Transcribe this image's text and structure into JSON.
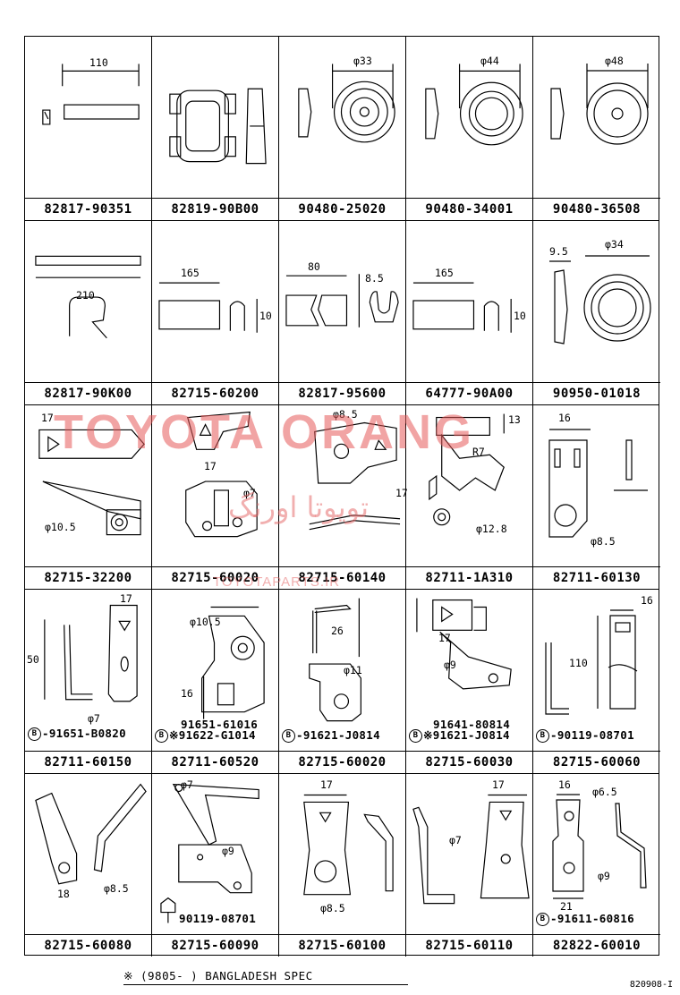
{
  "rows": [
    {
      "parts": [
        {
          "pn": "82817-90351",
          "dims": [
            "110"
          ],
          "subs": []
        },
        {
          "pn": "82819-90B00",
          "dims": [],
          "subs": []
        },
        {
          "pn": "90480-25020",
          "dims": [
            "φ33"
          ],
          "subs": []
        },
        {
          "pn": "90480-34001",
          "dims": [
            "φ44"
          ],
          "subs": []
        },
        {
          "pn": "90480-36508",
          "dims": [
            "φ48"
          ],
          "subs": []
        }
      ]
    },
    {
      "parts": [
        {
          "pn": "82817-90K00",
          "dims": [
            "210"
          ],
          "subs": []
        },
        {
          "pn": "82715-60200",
          "dims": [
            "165",
            "10"
          ],
          "subs": []
        },
        {
          "pn": "82817-95600",
          "dims": [
            "80",
            "8.5"
          ],
          "subs": []
        },
        {
          "pn": "64777-90A00",
          "dims": [
            "165",
            "10"
          ],
          "subs": []
        },
        {
          "pn": "90950-01018",
          "dims": [
            "9.5",
            "φ34"
          ],
          "subs": []
        }
      ]
    },
    {
      "parts": [
        {
          "pn": "82715-32200",
          "dims": [
            "17",
            "φ10.5"
          ],
          "subs": []
        },
        {
          "pn": "82715-60020",
          "dims": [
            "17",
            "φ7"
          ],
          "subs": []
        },
        {
          "pn": "82715-60140",
          "dims": [
            "φ8.5",
            "17"
          ],
          "subs": []
        },
        {
          "pn": "82711-1A310",
          "dims": [
            "13",
            "R7",
            "φ12.8"
          ],
          "subs": []
        },
        {
          "pn": "82711-60130",
          "dims": [
            "16",
            "φ8.5"
          ],
          "subs": []
        }
      ]
    },
    {
      "parts": [
        {
          "pn": "82711-60150",
          "dims": [
            "17",
            "50",
            "φ7"
          ],
          "subs": [
            {
              "mark": "B",
              "text": "-91651-B0820"
            }
          ]
        },
        {
          "pn": "82711-60520",
          "dims": [
            "φ10.5",
            "16"
          ],
          "subs": [
            {
              "mark": "",
              "text": "91651-61016"
            },
            {
              "mark": "※",
              "text": "91622-G1014"
            }
          ]
        },
        {
          "pn": "82715-60020",
          "dims": [
            "26",
            "φ11"
          ],
          "subs": [
            {
              "mark": "B",
              "text": "-91621-J0814"
            }
          ]
        },
        {
          "pn": "82715-60030",
          "dims": [
            "17",
            "φ9"
          ],
          "subs": [
            {
              "mark": "",
              "text": "91641-80814"
            },
            {
              "mark": "B※",
              "text": "91621-J0814"
            }
          ]
        },
        {
          "pn": "82715-60060",
          "dims": [
            "16",
            "110"
          ],
          "subs": [
            {
              "mark": "B",
              "text": "-90119-08701"
            }
          ]
        }
      ]
    },
    {
      "parts": [
        {
          "pn": "82715-60080",
          "dims": [
            "18",
            "φ8.5"
          ],
          "subs": []
        },
        {
          "pn": "82715-60090",
          "dims": [
            "φ7",
            "φ9"
          ],
          "subs": [
            {
              "mark": "bolt",
              "text": "90119-08701"
            }
          ]
        },
        {
          "pn": "82715-60100",
          "dims": [
            "17",
            "φ8.5"
          ],
          "subs": []
        },
        {
          "pn": "82715-60110",
          "dims": [
            "17",
            "φ7"
          ],
          "subs": []
        },
        {
          "pn": "82822-60010",
          "dims": [
            "16",
            "φ6.5",
            "φ9",
            "21"
          ],
          "subs": [
            {
              "mark": "B",
              "text": "-91611-60816"
            }
          ]
        }
      ]
    }
  ],
  "footnote": "※ (9805-        ) BANGLADESH  SPEC",
  "footer_code": "820908-I",
  "watermark": {
    "brand": "TOYOTA ORANG",
    "arabic": "تویوتا اورنگ",
    "url": "TOYOTAPARTS.IR",
    "color": "#e65a5a"
  }
}
